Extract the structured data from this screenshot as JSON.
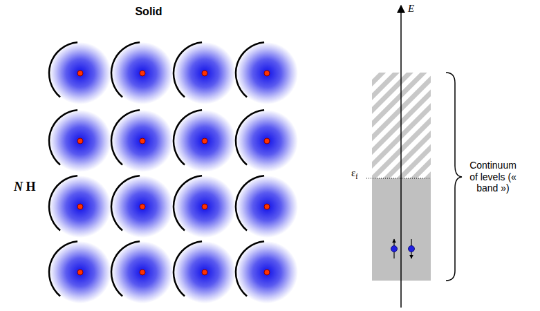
{
  "diagram": {
    "title": "Solid",
    "labels": [
      "N H",
      "E",
      "εf",
      "Continuum of levels (« band »)"
    ]
  }
}
